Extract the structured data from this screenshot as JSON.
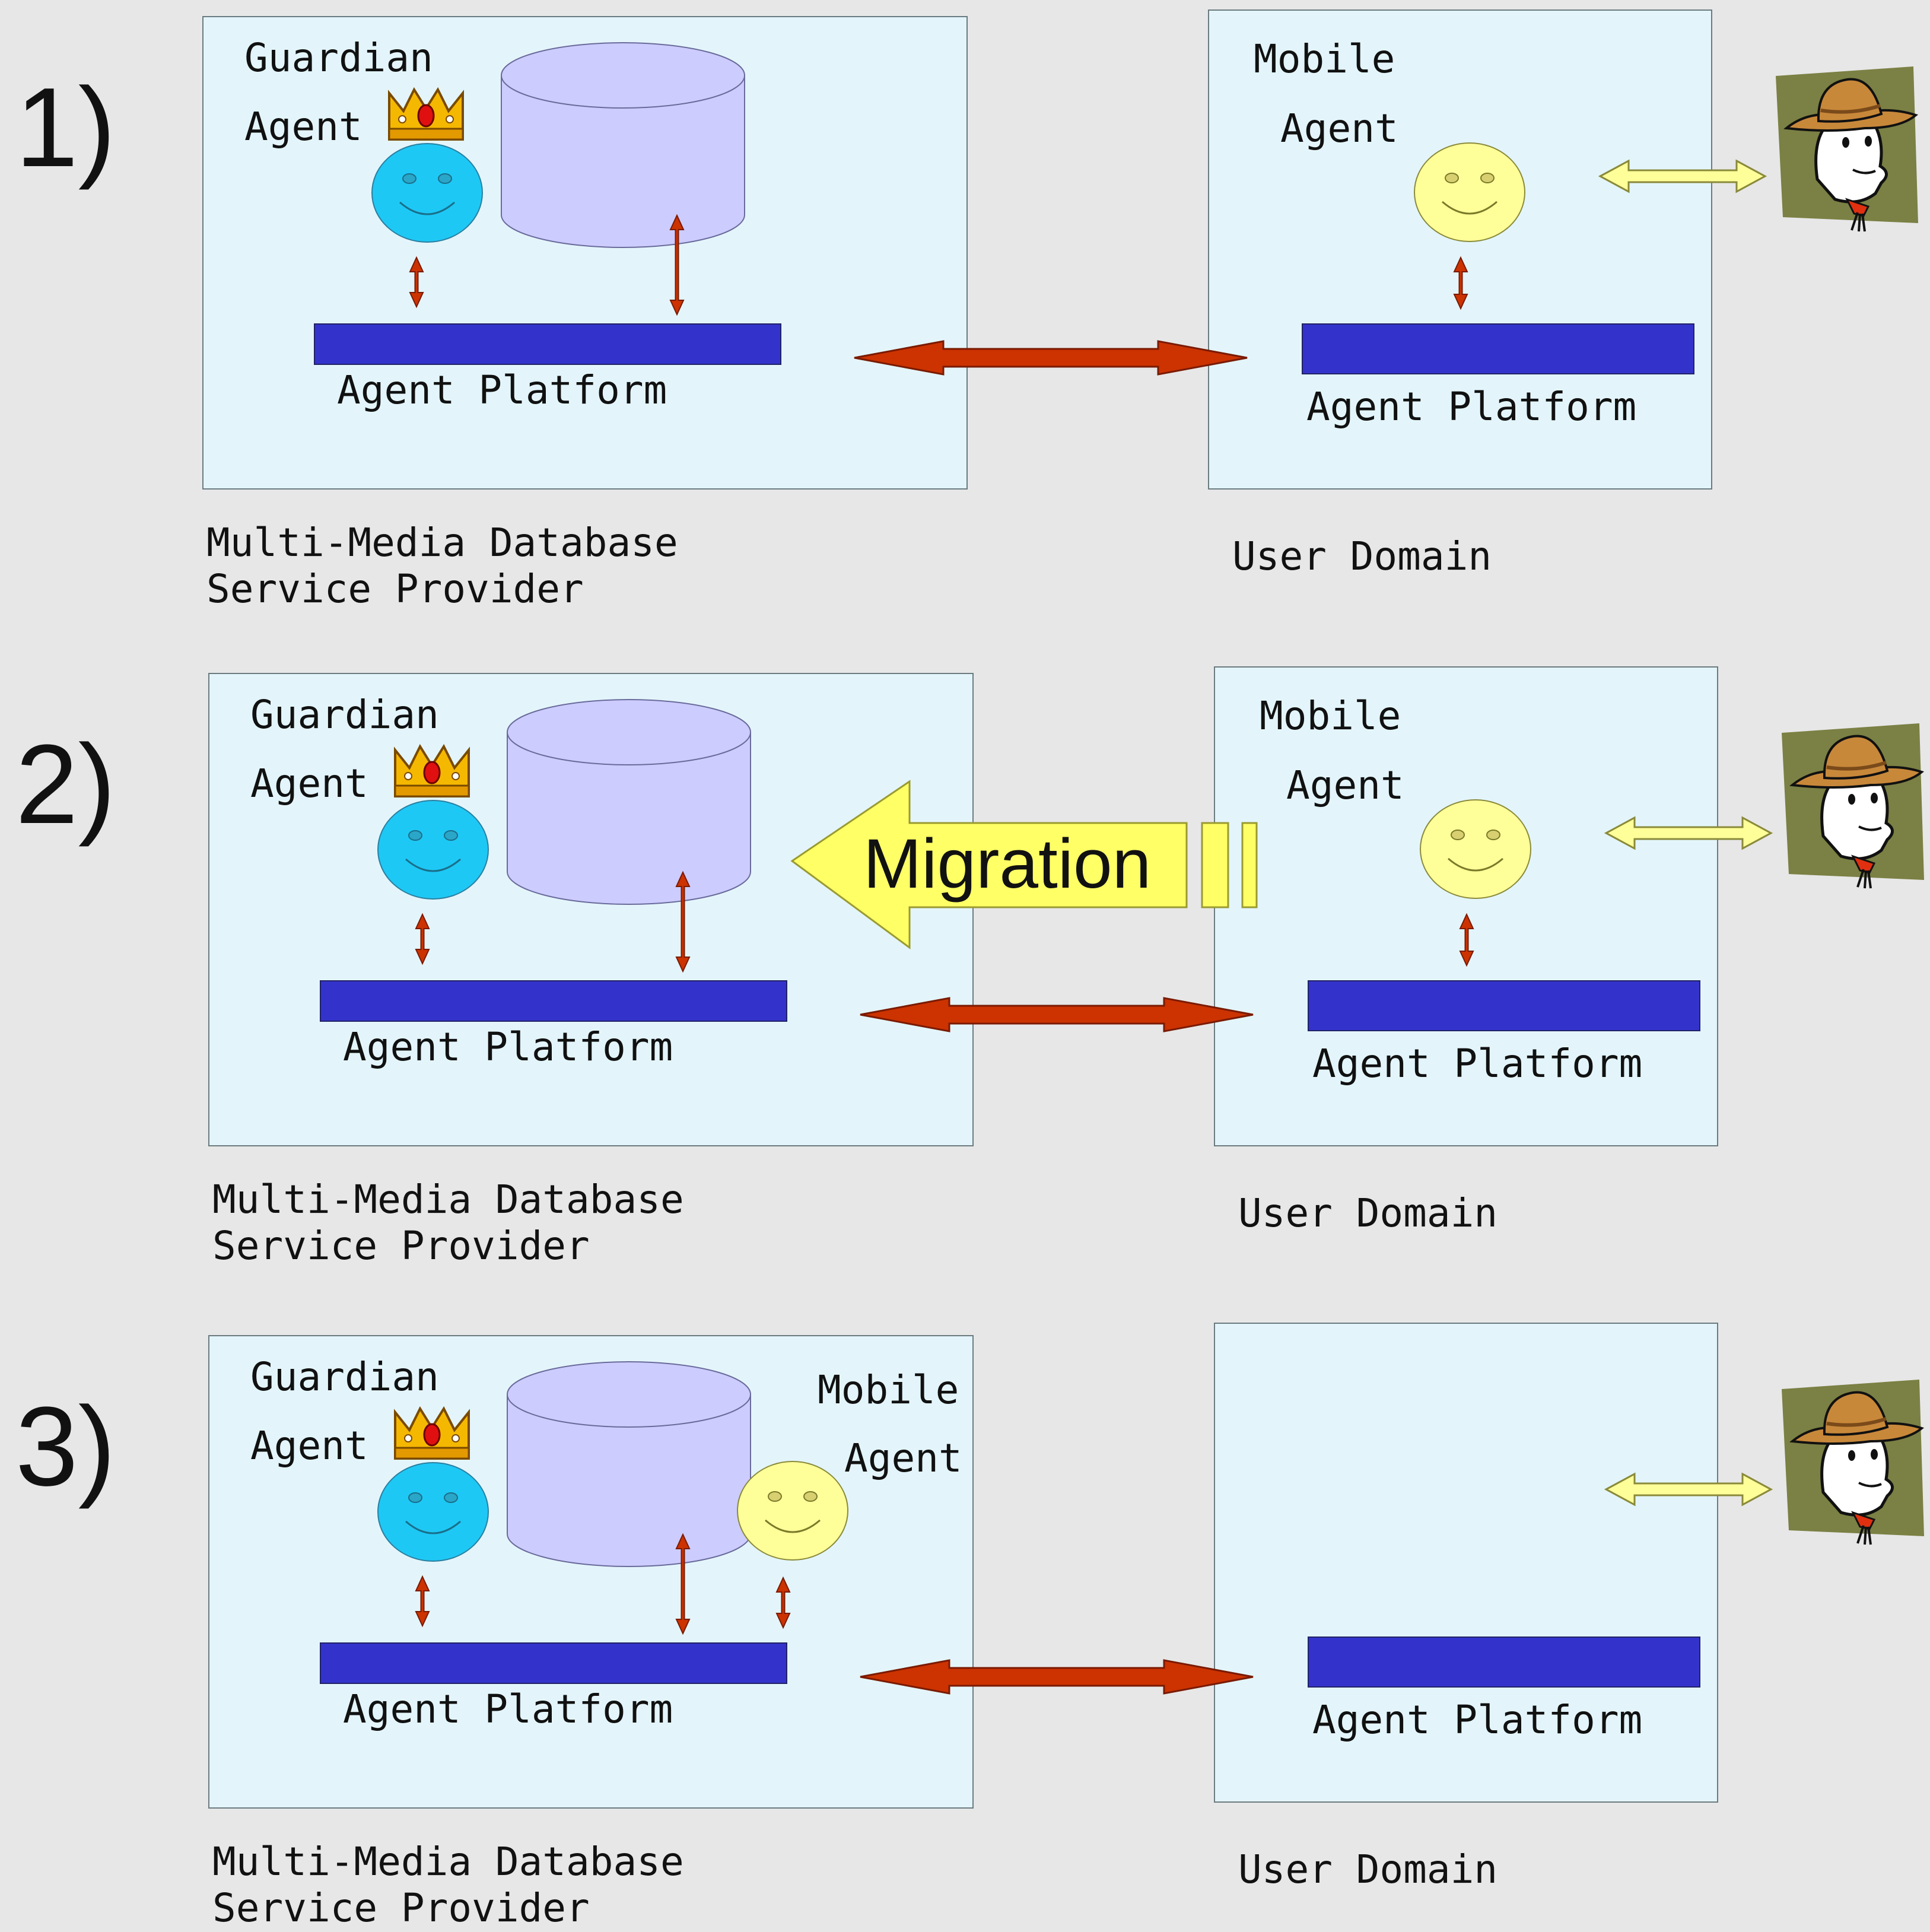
{
  "colors": {
    "background": "#e7e7e7",
    "box_fill": "#e3f5fb",
    "platform_bar": "#3333cc",
    "database": "#ccccff",
    "guardian_face": "#1ec8f5",
    "mobile_face": "#ffff99",
    "link_arrow": "#cc3300",
    "user_arrow": "#ffff99",
    "migration_arrow": "#ffff66",
    "crown": "#f5b800",
    "user_icon_bg": "#7b8044"
  },
  "scenes": [
    {
      "step_label": "1)",
      "guardian_label": "Guardian",
      "guardian_agent_label": "Agent",
      "mobile_label": "Mobile",
      "mobile_agent_label": "Agent",
      "provider_platform_label": "Agent Platform",
      "user_platform_label": "Agent Platform",
      "provider_caption_line1": "Multi-Media Database",
      "provider_caption_line2": "Service Provider",
      "user_caption": "User Domain",
      "mobile_location": "user",
      "migration_label": ""
    },
    {
      "step_label": "2)",
      "guardian_label": "Guardian",
      "guardian_agent_label": "Agent",
      "mobile_label": "Mobile",
      "mobile_agent_label": "Agent",
      "provider_platform_label": "Agent Platform",
      "user_platform_label": "Agent Platform",
      "provider_caption_line1": "Multi-Media Database",
      "provider_caption_line2": "Service Provider",
      "user_caption": "User Domain",
      "mobile_location": "user",
      "migration_label": "Migration"
    },
    {
      "step_label": "3)",
      "guardian_label": "Guardian",
      "guardian_agent_label": "Agent",
      "mobile_label": "Mobile",
      "mobile_agent_label": "Agent",
      "provider_platform_label": "Agent Platform",
      "user_platform_label": "Agent Platform",
      "provider_caption_line1": "Multi-Media Database",
      "provider_caption_line2": "Service Provider",
      "user_caption": "User Domain",
      "mobile_location": "provider",
      "migration_label": ""
    }
  ]
}
